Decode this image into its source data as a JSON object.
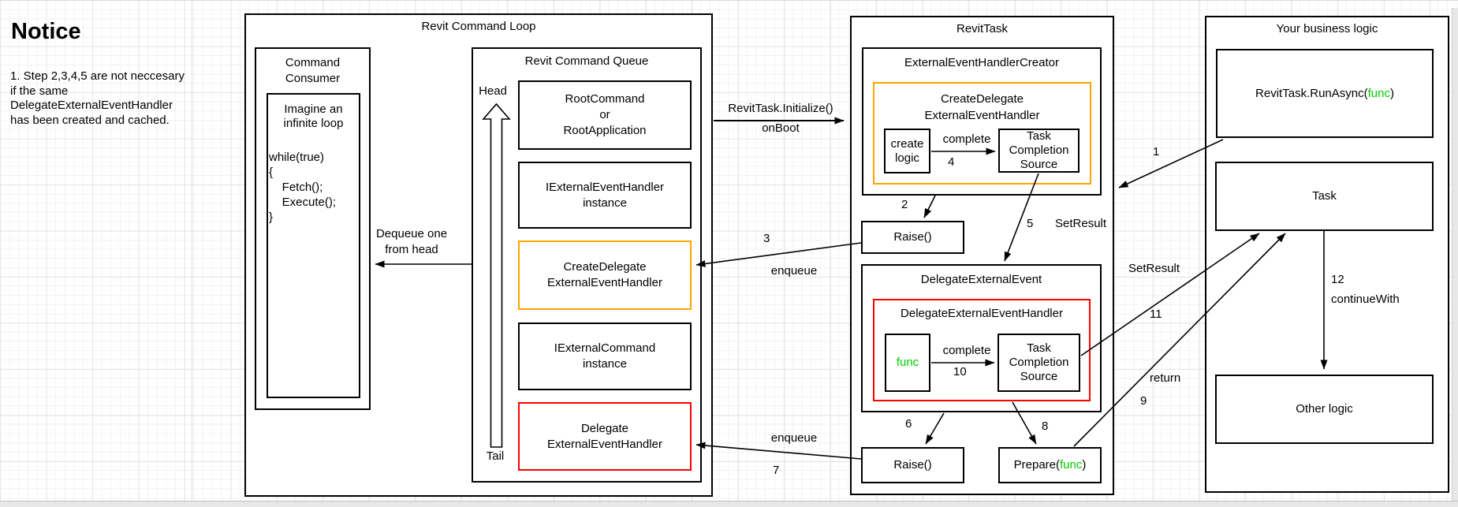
{
  "colors": {
    "stroke": "#000000",
    "accent_orange": "#FFA500",
    "accent_red": "#FF0000",
    "accent_green": "#00CC00",
    "grid_minor": "#F2F2F2",
    "grid_major": "#E6E6E6",
    "page_edge": "#DCDCDC"
  },
  "notice": {
    "title": "Notice",
    "body": "1. Step 2,3,4,5 are not neccesary\nif the same\nDelegateExternalEventHandler\nhas been created and cached."
  },
  "loop": {
    "title": "Revit Command Loop",
    "consumer": {
      "title": "Command\nConsumer",
      "intro": "Imagine an\ninfinite loop",
      "code": "while(true)\n{\n    Fetch();\n    Execute();\n}"
    },
    "dequeue_label": "Dequeue one\nfrom head",
    "queue": {
      "title": "Revit Command Queue",
      "head": "Head",
      "tail": "Tail",
      "items": [
        {
          "label": "RootCommand\nor\nRootApplication"
        },
        {
          "label": "IExternalEventHandler\ninstance"
        },
        {
          "label": "CreateDelegate\nExternalEventHandler"
        },
        {
          "label": "IExternalCommand\ninstance"
        },
        {
          "label": "Delegate\nExternalEventHandler"
        }
      ]
    }
  },
  "revit_task": {
    "title": "RevitTask",
    "creator": {
      "title": "ExternalEventHandlerCreator",
      "handler": {
        "title": "CreateDelegate\nExternalEventHandler",
        "create_logic": "create\nlogic",
        "tcs": "Task\nCompletion\nSource"
      }
    },
    "raise_top": "Raise()",
    "event": {
      "title": "DelegateExternalEvent",
      "handler": {
        "title": "DelegateExternalEventHandler",
        "func": "func",
        "tcs": "Task\nCompletion\nSource"
      }
    },
    "raise_bottom": "Raise()",
    "prepare": {
      "prefix": "Prepare(",
      "func": "func",
      "suffix": ")"
    }
  },
  "business": {
    "title": "Your business logic",
    "run_async": {
      "prefix": "RevitTask.RunAsync(",
      "func": "func",
      "suffix": ")"
    },
    "task": "Task",
    "other": "Other logic"
  },
  "edges": {
    "initialize": {
      "label": "RevitTask.Initialize()",
      "sub": "onBoot"
    },
    "s1": "1",
    "s2": "2",
    "s3": {
      "num": "3",
      "label": "enqueue"
    },
    "s4": {
      "num": "4",
      "label": "complete"
    },
    "s5": {
      "num": "5",
      "label": "SetResult"
    },
    "s6": "6",
    "s7": {
      "num": "7",
      "label": "enqueue"
    },
    "s8": "8",
    "s9": {
      "num": "9",
      "label": "return"
    },
    "s10": {
      "num": "10",
      "label": "complete"
    },
    "s11": {
      "num": "11",
      "label": "SetResult"
    },
    "s12": {
      "num": "12",
      "label": "continueWith"
    }
  }
}
